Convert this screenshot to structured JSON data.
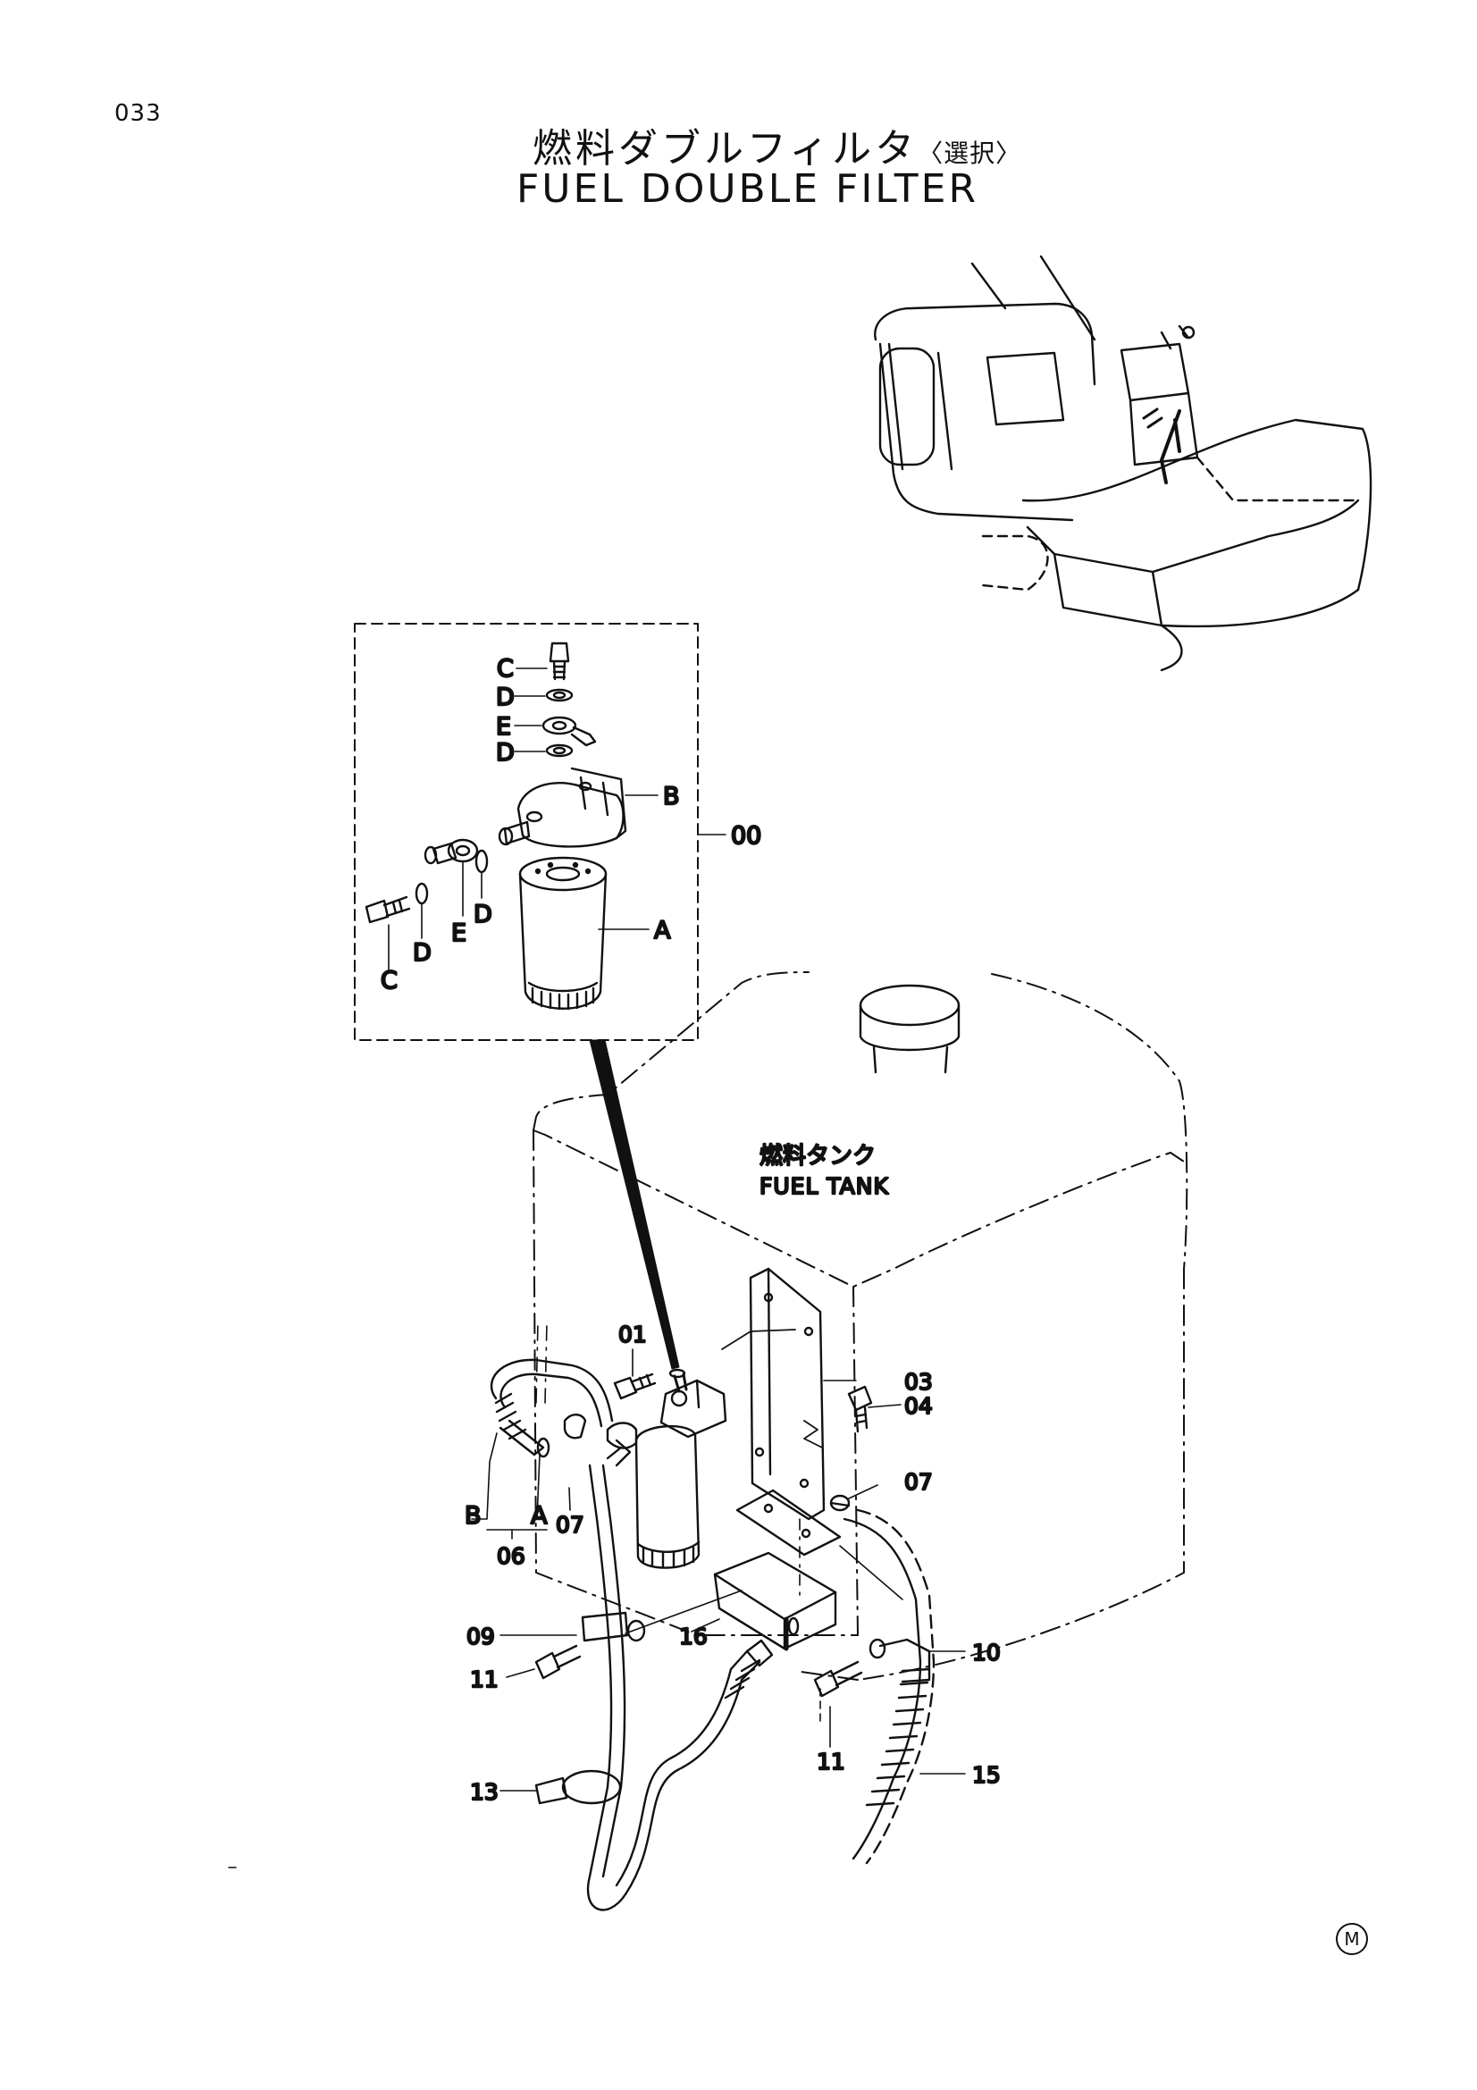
{
  "page": {
    "number": "033"
  },
  "title": {
    "japanese": "燃料ダブルフィルタ",
    "japanese_note": "〈選択〉",
    "english": "FUEL DOUBLE FILTER"
  },
  "tank_label": {
    "japanese": "燃料タンク",
    "english": "FUEL TANK"
  },
  "detail_labels": {
    "c_top": "C",
    "d_top1": "D",
    "e_top": "E",
    "d_top2": "D",
    "b": "B",
    "a": "A",
    "d_mid": "D",
    "e_left": "E",
    "d_left": "D",
    "c_left": "C",
    "assembly": "00"
  },
  "part_labels": {
    "p01": "01",
    "p03": "03",
    "p04": "04",
    "p07_right": "07",
    "b_hose": "B",
    "a_hose": "A",
    "p06": "06",
    "p07_left": "07",
    "p09": "09",
    "p16": "16",
    "p10": "10",
    "p11_left": "11",
    "p11_right": "11",
    "p13": "13",
    "p15": "15"
  },
  "footer": {
    "mark": "M"
  }
}
